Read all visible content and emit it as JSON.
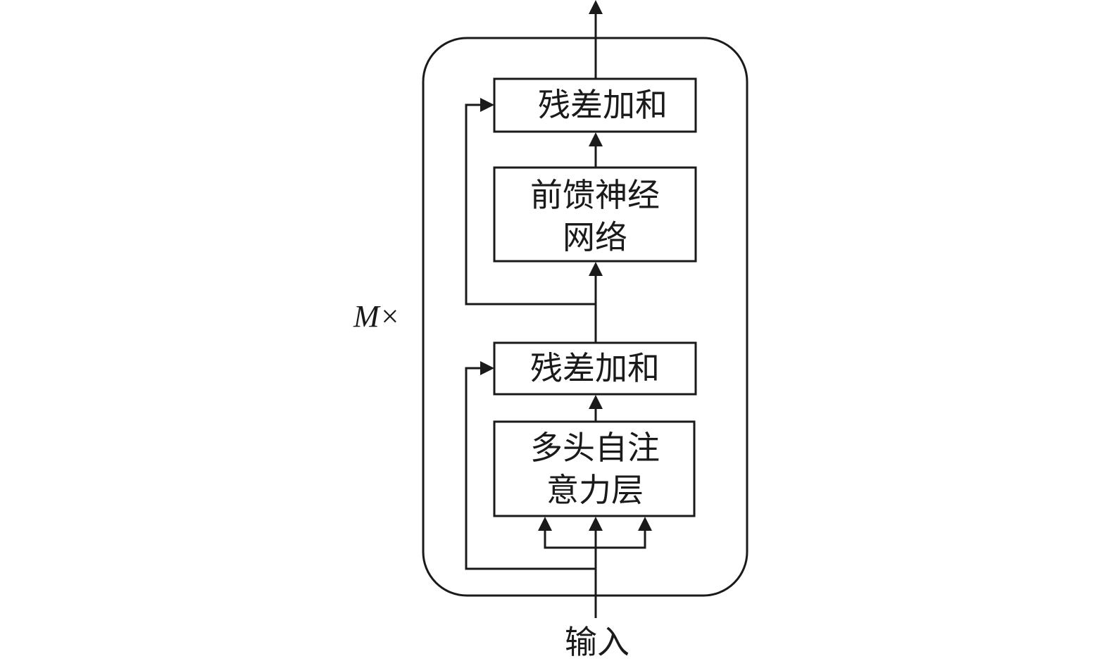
{
  "diagram": {
    "repeat_label": "M×",
    "input_label": "输入",
    "blocks": {
      "attention": {
        "line1": "多头自注",
        "line2": "意力层"
      },
      "add_norm_1": {
        "label": "残差加和"
      },
      "ffn": {
        "line1": "前馈神经",
        "line2": "网络"
      },
      "add_norm_2": {
        "label": "残差加和"
      }
    }
  }
}
